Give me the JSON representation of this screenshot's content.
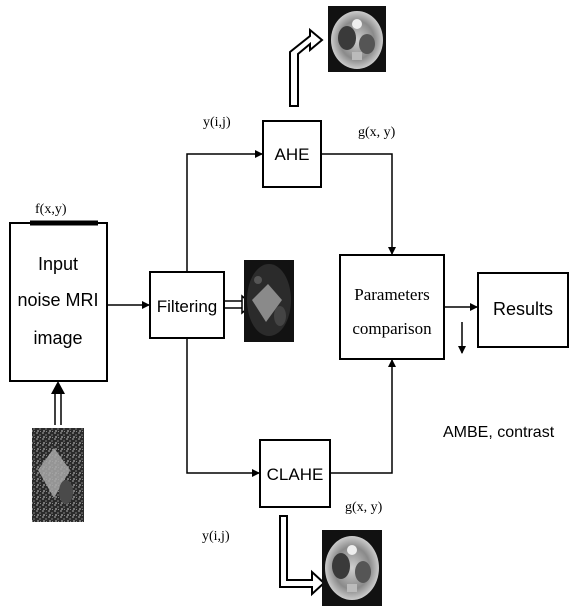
{
  "boxes": {
    "input_lines": [
      "Input",
      "noise MRI",
      "image"
    ],
    "filtering": "Filtering",
    "ahe": "AHE",
    "clahe": "CLAHE",
    "params_lines": [
      "Parameters",
      "comparison"
    ],
    "results": "Results"
  },
  "labels": {
    "f_xy": "f(x,y)",
    "y_ij_top": "y(i,j)",
    "g_xy_top": "g(x, y)",
    "y_ij_bottom": "y(i,j)",
    "g_xy_bottom": "g(x, y)",
    "metrics": "AMBE, contrast"
  },
  "colors": {
    "ink": "#000000",
    "background": "#ffffff",
    "mri_dark": "#1a1a1a",
    "mri_light": "#d0d0d0"
  }
}
